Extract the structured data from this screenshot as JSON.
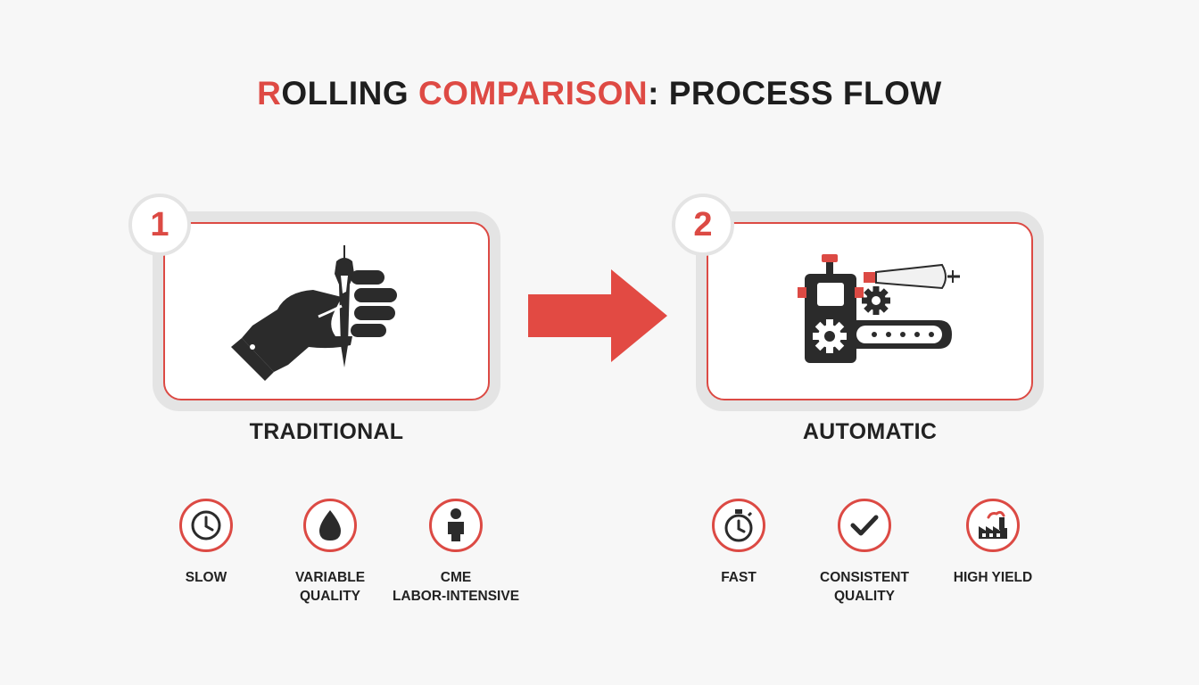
{
  "title": {
    "part1_red": "R",
    "part2_dark": "OLLING ",
    "part3_red": "COMPARISON",
    "part4_dark": ": PROCESS FLOW"
  },
  "colors": {
    "accent": "#dc4a44",
    "dark": "#2b2b2b",
    "frame": "#e4e4e4",
    "background": "#f7f7f7"
  },
  "steps": [
    {
      "number": "1",
      "label": "TRADITIONAL",
      "icon": "hand-rolling-cone-icon"
    },
    {
      "number": "2",
      "label": "AUTOMATIC",
      "icon": "rolling-machine-conveyor-icon"
    }
  ],
  "arrow_icon": "right-arrow-icon",
  "traditional_attributes": [
    {
      "icon": "clock-icon",
      "line1": "SLOW",
      "line2": ""
    },
    {
      "icon": "droplet-icon",
      "line1": "VARIABLE",
      "line2": "QUALITY"
    },
    {
      "icon": "person-icon",
      "line1": "CME",
      "line2": "LABOR-INTENSIVE"
    }
  ],
  "automatic_attributes": [
    {
      "icon": "stopwatch-icon",
      "line1": "FAST",
      "line2": ""
    },
    {
      "icon": "checkmark-icon",
      "line1": "CONSISTENT",
      "line2": "QUALITY"
    },
    {
      "icon": "factory-icon",
      "line1": "HIGH YIELD",
      "line2": ""
    }
  ]
}
